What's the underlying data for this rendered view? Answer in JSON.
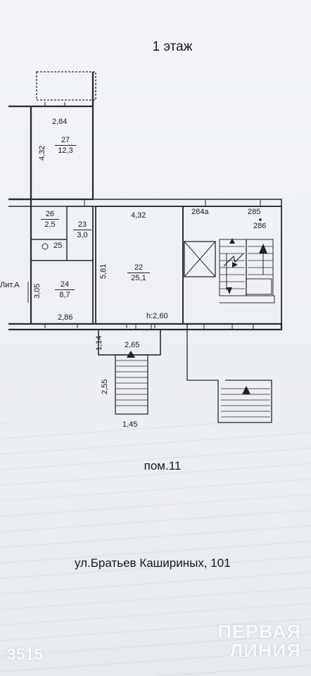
{
  "title": "1 этаж",
  "labels": {
    "r27_w": "2,84",
    "r27_h": "4,32",
    "r27_no": "27",
    "r27_area": "12,3",
    "r26_no": "26",
    "r26_area": "2,5",
    "r23_no": "23",
    "r23_area": "3,0",
    "r25_no": "25",
    "r24_h": "3,05",
    "r24_no": "24",
    "r24_area": "8,7",
    "r24_w": "2,86",
    "lit": "Лит.А",
    "r22_w": "4,32",
    "r22_h": "5,81",
    "r22_no": "22",
    "r22_area": "25,1",
    "ceiling": "h:2,60",
    "r284a": "284a",
    "r285": "285",
    "r286": "286",
    "porch_h": "1,14",
    "porch_w": "2,65",
    "stairs_l": "2,55",
    "stairs_w": "1,45"
  },
  "premises": "пом.11",
  "address": "ул.Братьев Кашириных, 101",
  "code": "3515",
  "watermark": {
    "line1": "ПЕРВАЯ",
    "line2": "ЛИНИЯ"
  }
}
